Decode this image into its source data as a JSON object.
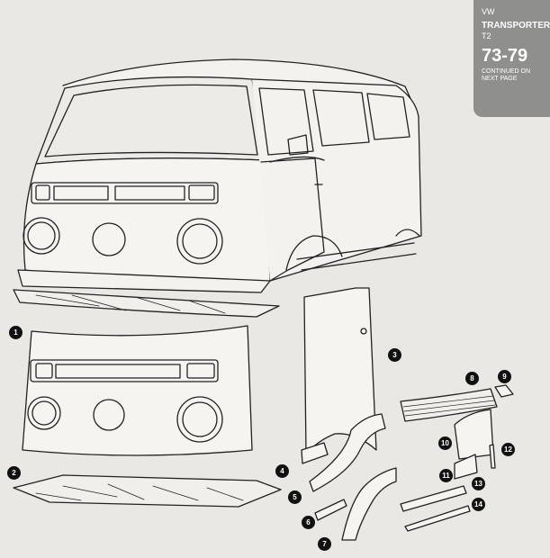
{
  "header": {
    "make": "VW",
    "model": "TRANSPORTER",
    "generation": "T2",
    "years": "73-79",
    "note": "CONTINUED ON NEXT PAGE"
  },
  "callouts": [
    "1",
    "2",
    "3",
    "4",
    "5",
    "6",
    "7",
    "8",
    "9",
    "10",
    "11",
    "12",
    "13",
    "14"
  ],
  "colors": {
    "tab": "#8f8f8e",
    "background": "#e9e8e4",
    "ink": "#222222",
    "callout": "#111111"
  }
}
